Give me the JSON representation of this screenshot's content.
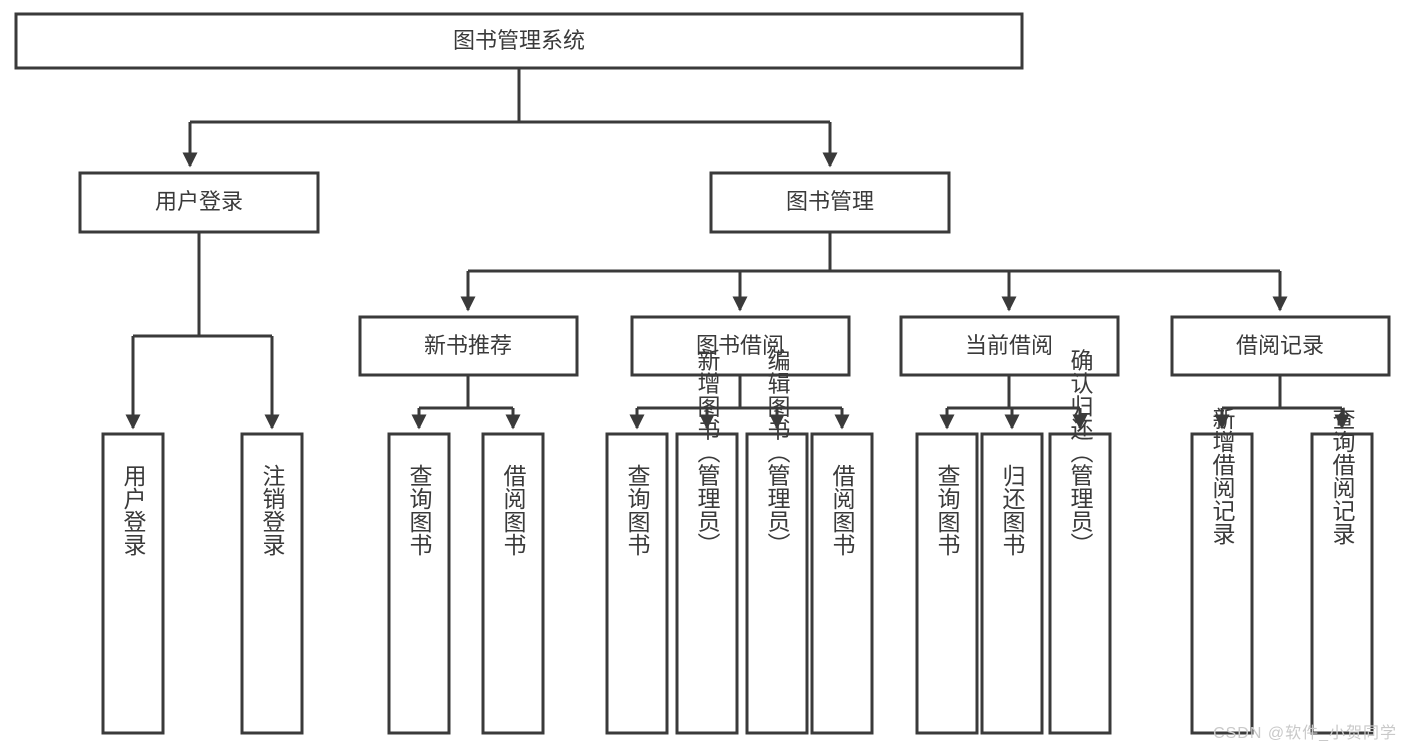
{
  "diagram": {
    "type": "tree-hierarchy-diagram",
    "title": "图书管理系统",
    "colors": {
      "stroke": "#3a3a3a",
      "fill": "#ffffff",
      "text": "#3a3a3a",
      "watermark": "#c9c9c9"
    },
    "root": {
      "label": "图书管理系统"
    },
    "level2": [
      {
        "label": "用户登录"
      },
      {
        "label": "图书管理"
      }
    ],
    "level3": [
      {
        "label": "新书推荐"
      },
      {
        "label": "图书借阅"
      },
      {
        "label": "当前借阅"
      },
      {
        "label": "借阅记录"
      }
    ],
    "leaves": {
      "user_login": [
        {
          "label": "用户登录"
        },
        {
          "label": "注销登录"
        }
      ],
      "new_book": [
        {
          "label": "查询图书"
        },
        {
          "label": "借阅图书"
        }
      ],
      "book_borrow": [
        {
          "label": "查询图书"
        },
        {
          "label": "新增图书（管理员）"
        },
        {
          "label": "编辑图书（管理员）"
        },
        {
          "label": "借阅图书"
        }
      ],
      "current_borrow": [
        {
          "label": "查询图书"
        },
        {
          "label": "归还图书"
        },
        {
          "label": "确认归还（管理员）"
        }
      ],
      "borrow_record": [
        {
          "label": "新增借阅记录"
        },
        {
          "label": "查询借阅记录"
        }
      ]
    },
    "watermark": "CSDN @软件_小贺同学"
  }
}
